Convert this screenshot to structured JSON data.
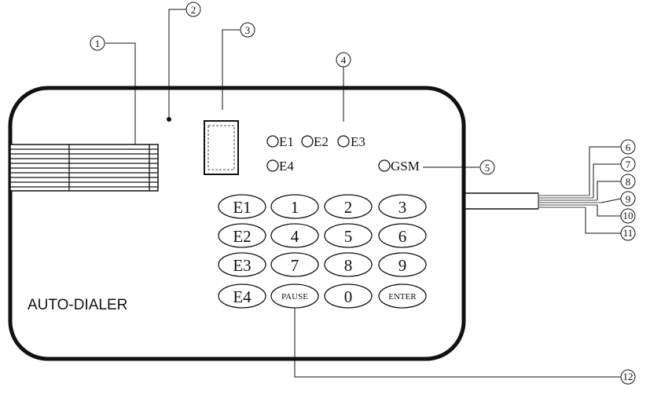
{
  "device": {
    "brand_label": "AUTO-DIALER"
  },
  "leds": {
    "e1": "E1",
    "e2": "E2",
    "e3": "E3",
    "e4": "E4",
    "gsm": "GSM"
  },
  "keypad": {
    "rows": [
      [
        "E1",
        "1",
        "2",
        "3"
      ],
      [
        "E2",
        "4",
        "5",
        "6"
      ],
      [
        "E3",
        "7",
        "8",
        "9"
      ],
      [
        "E4",
        "PAUSE",
        "0",
        "ENTER"
      ]
    ]
  },
  "callouts": [
    "1",
    "2",
    "3",
    "4",
    "5",
    "6",
    "7",
    "8",
    "9",
    "10",
    "11",
    "12"
  ]
}
